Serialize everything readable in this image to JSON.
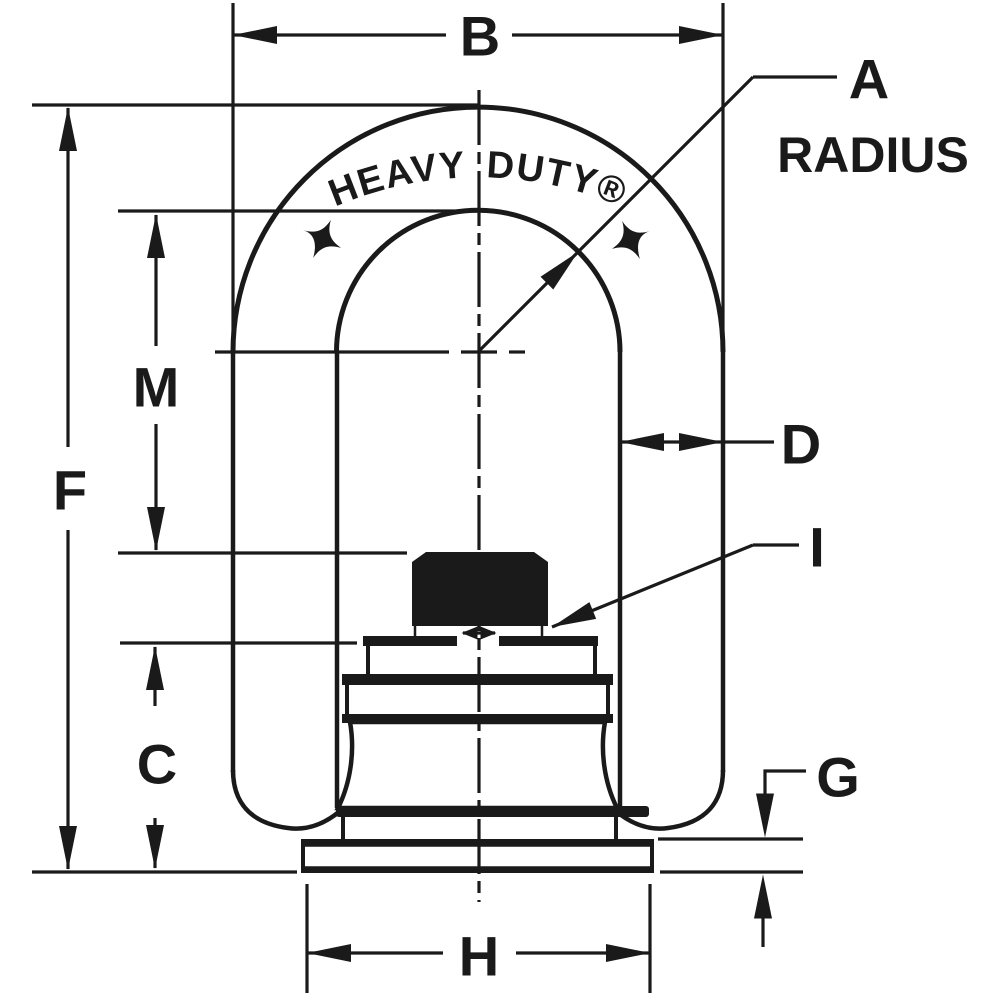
{
  "page": {
    "background": "#ffffff",
    "line_color": "#1a1a1a",
    "description_text": ""
  },
  "drawing": {
    "brand_text": "HEAVY DUTY®",
    "labels": {
      "b": "B",
      "a": "A",
      "radius": "RADIUS",
      "m": "M",
      "f": "F",
      "d": "D",
      "i": "I",
      "c": "C",
      "g": "G",
      "h": "H"
    }
  }
}
